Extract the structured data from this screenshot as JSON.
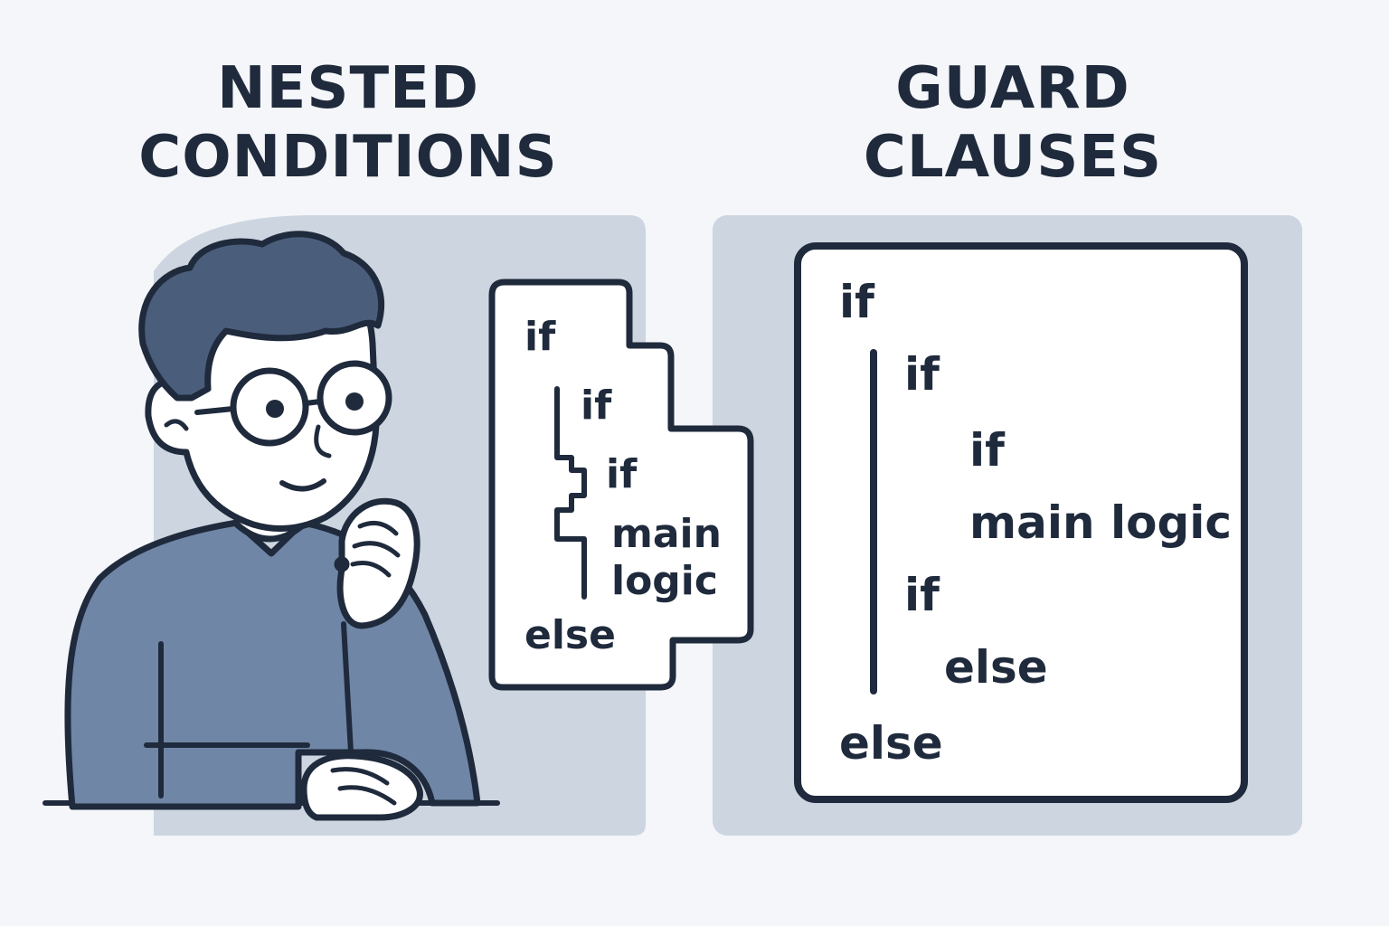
{
  "headings": {
    "left": [
      "NESTED",
      "CONDITIONS"
    ],
    "right": [
      "GUARD",
      "CLAUSES"
    ]
  },
  "nested_card": {
    "lines": [
      "if",
      "if",
      "if",
      "main",
      "logic",
      "else"
    ]
  },
  "guard_card": {
    "lines": [
      "if",
      "if",
      "if",
      "main logic",
      "if",
      "else",
      "else"
    ]
  },
  "colors": {
    "background": "#f4f6f9",
    "panel": "#cdd5e0",
    "ink": "#1f2a3c",
    "shirt": "#6f86a6",
    "hair": "#4a5e7c"
  }
}
